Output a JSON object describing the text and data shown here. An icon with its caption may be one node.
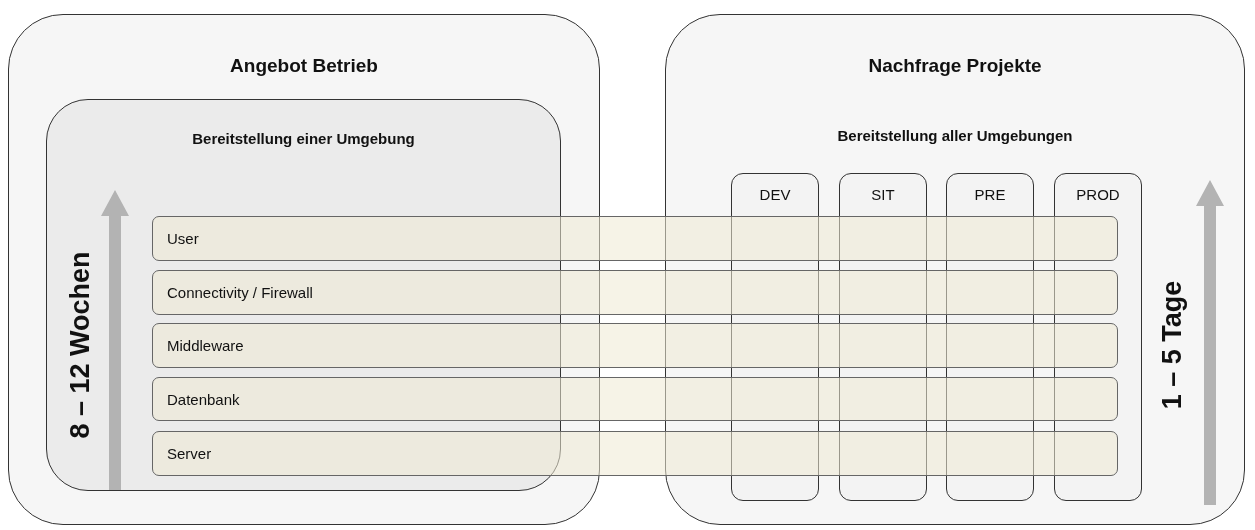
{
  "diagram": {
    "nodes": [
      {
        "text": [
          "Angebot Betrieb"
        ]
      },
      {
        "text": [
          "Bereitstellung einer Umgebung"
        ],
        "in": 0
      },
      {
        "text": [
          "Nachfrage Projekte",
          "Bereitstellung aller Umgebungen"
        ]
      },
      {
        "text": [
          "DEV"
        ],
        "in": 2
      },
      {
        "text": [
          "SIT"
        ],
        "in": 2
      },
      {
        "text": [
          "PRE"
        ],
        "in": 2
      },
      {
        "text": [
          "PROD"
        ],
        "in": 2
      },
      {
        "text": [
          "User"
        ]
      },
      {
        "text": [
          "Connectivity / Firewall"
        ]
      },
      {
        "text": [
          "Middleware"
        ]
      },
      {
        "text": [
          "Datenbank"
        ]
      },
      {
        "text": [
          "Server"
        ]
      }
    ],
    "labels": [
      "8 – 12 Wochen",
      "1 – 5 Tage"
    ]
  }
}
